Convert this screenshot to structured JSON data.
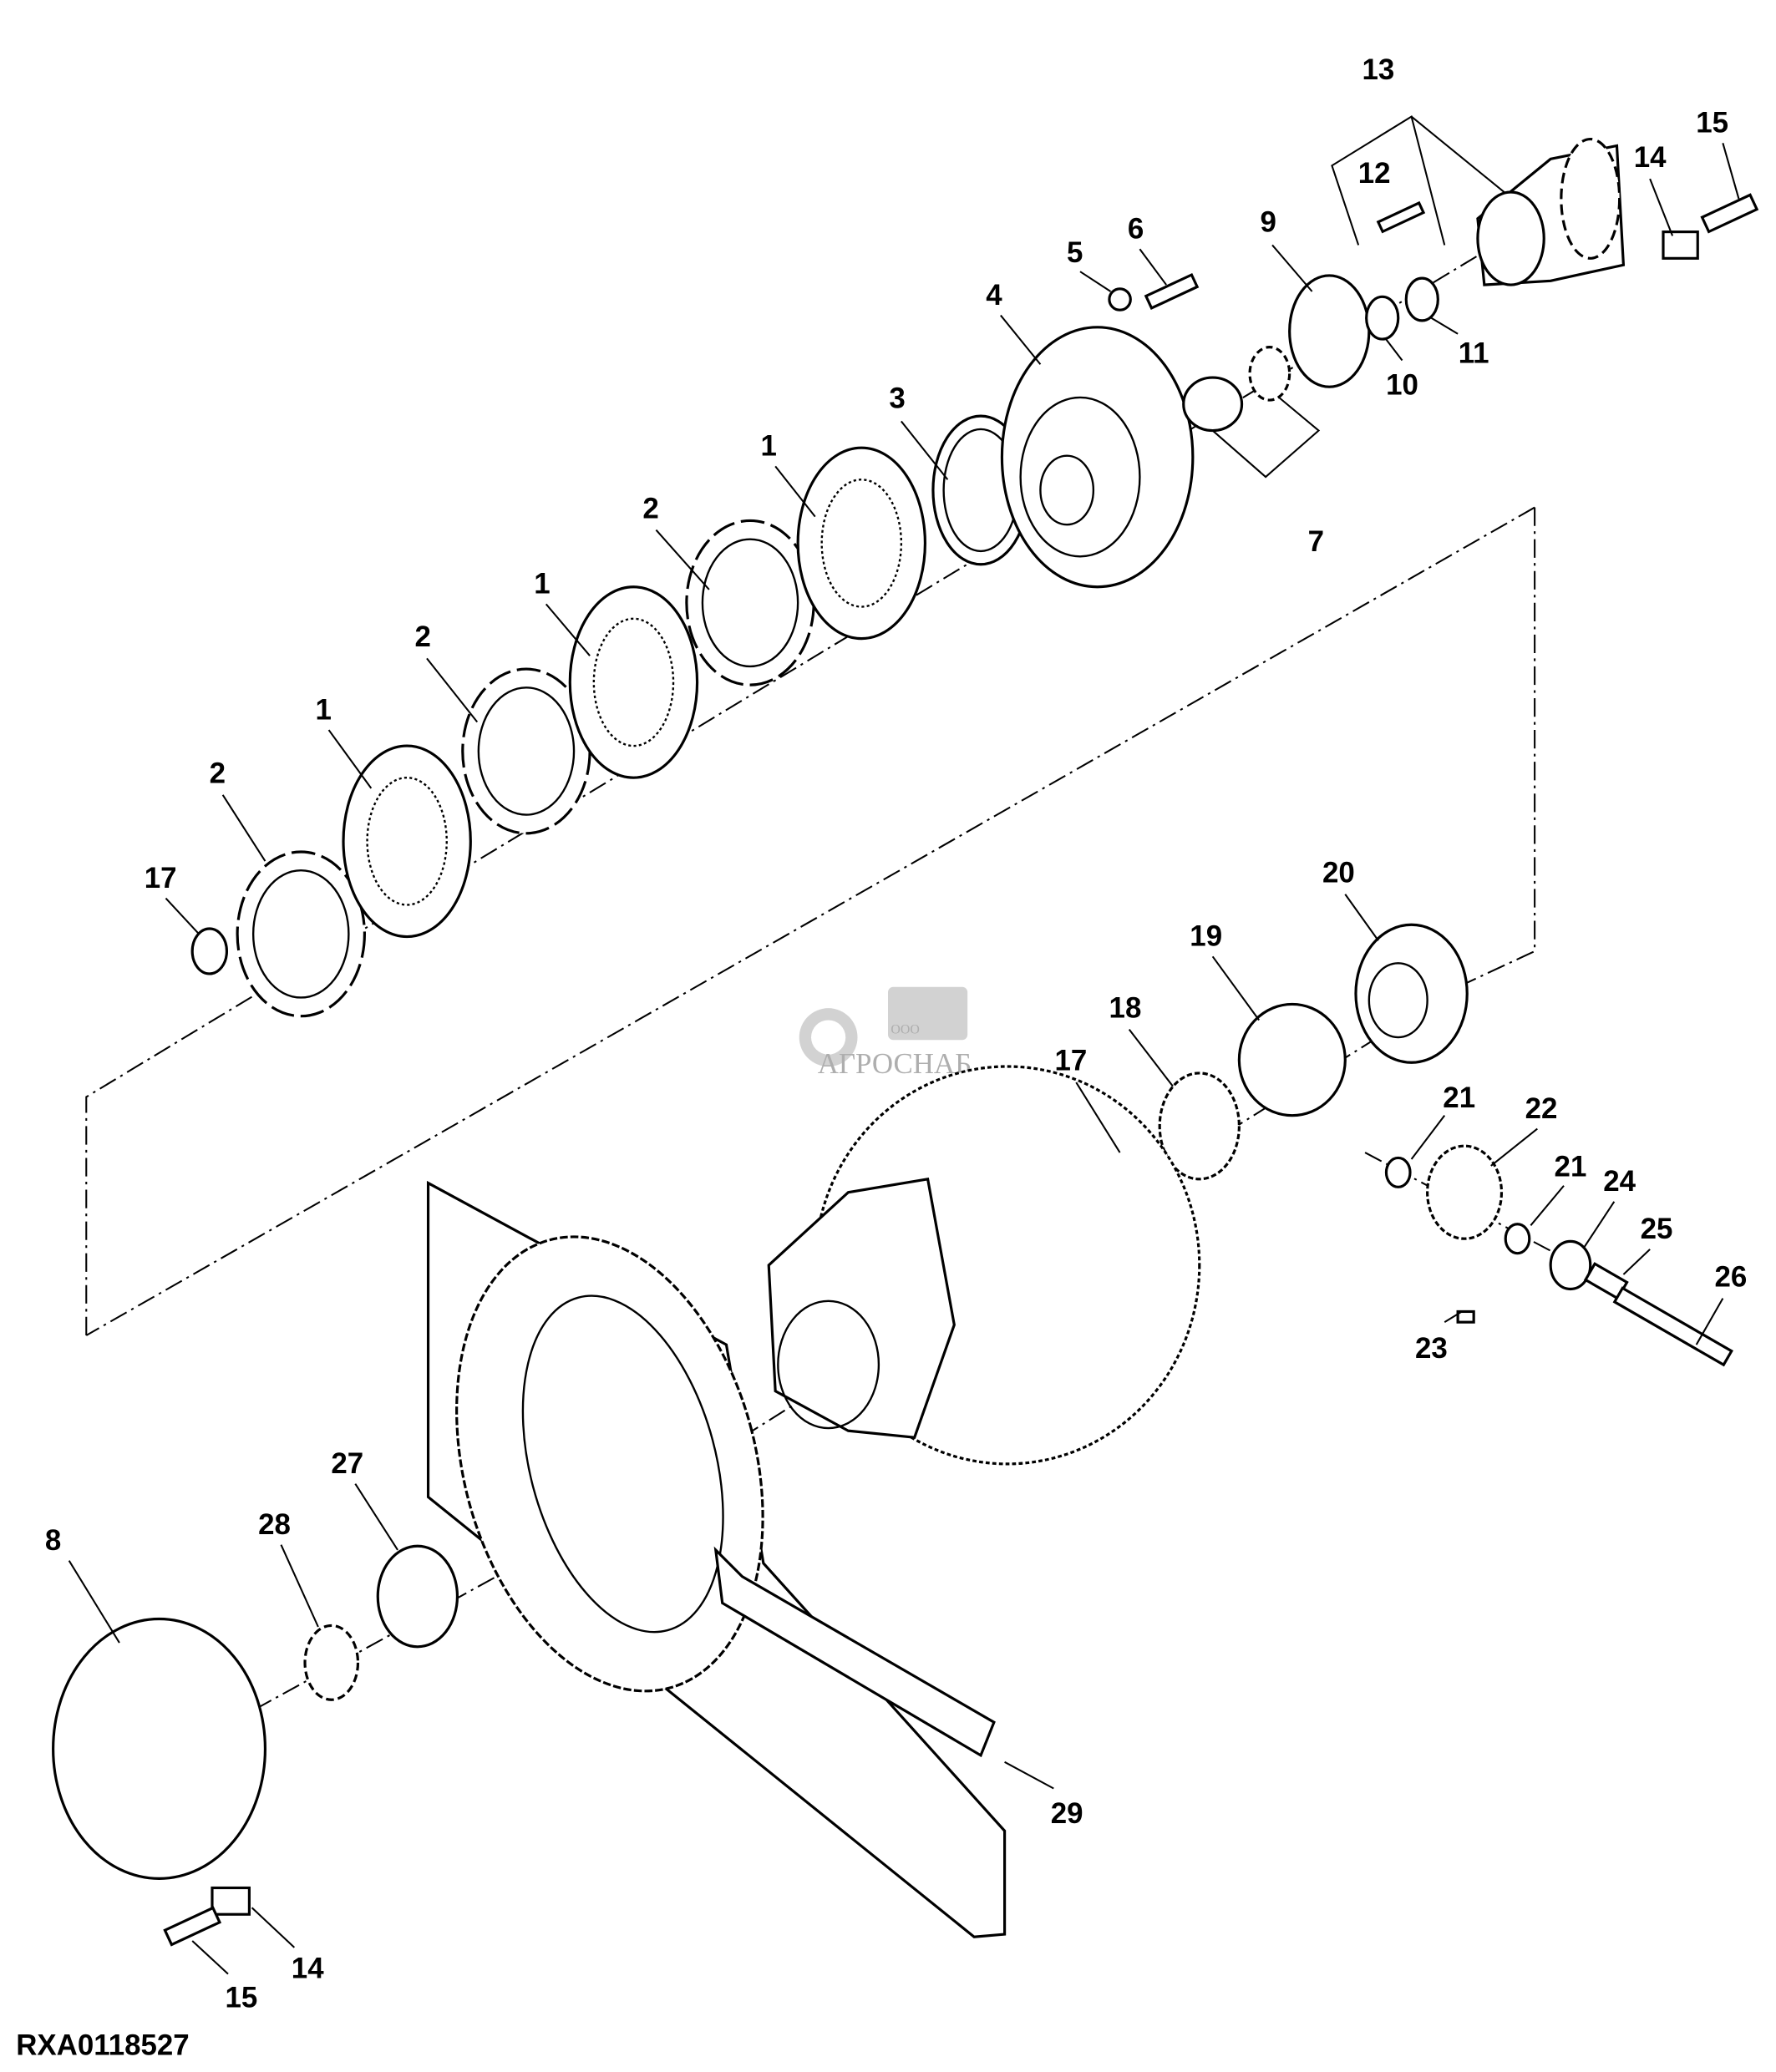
{
  "diagram": {
    "figure_code": "RXA0118527",
    "watermark": {
      "prefix": "ООО",
      "name": "АГРОСНАБ"
    },
    "callouts": [
      "13",
      "15",
      "12",
      "14",
      "9",
      "5",
      "6",
      "4",
      "10",
      "11",
      "3",
      "1",
      "7",
      "2",
      "1",
      "2",
      "1",
      "2",
      "17",
      "20",
      "19",
      "18",
      "17",
      "21",
      "22",
      "21",
      "24",
      "25",
      "26",
      "23",
      "27",
      "28",
      "8",
      "29",
      "14",
      "15"
    ]
  }
}
